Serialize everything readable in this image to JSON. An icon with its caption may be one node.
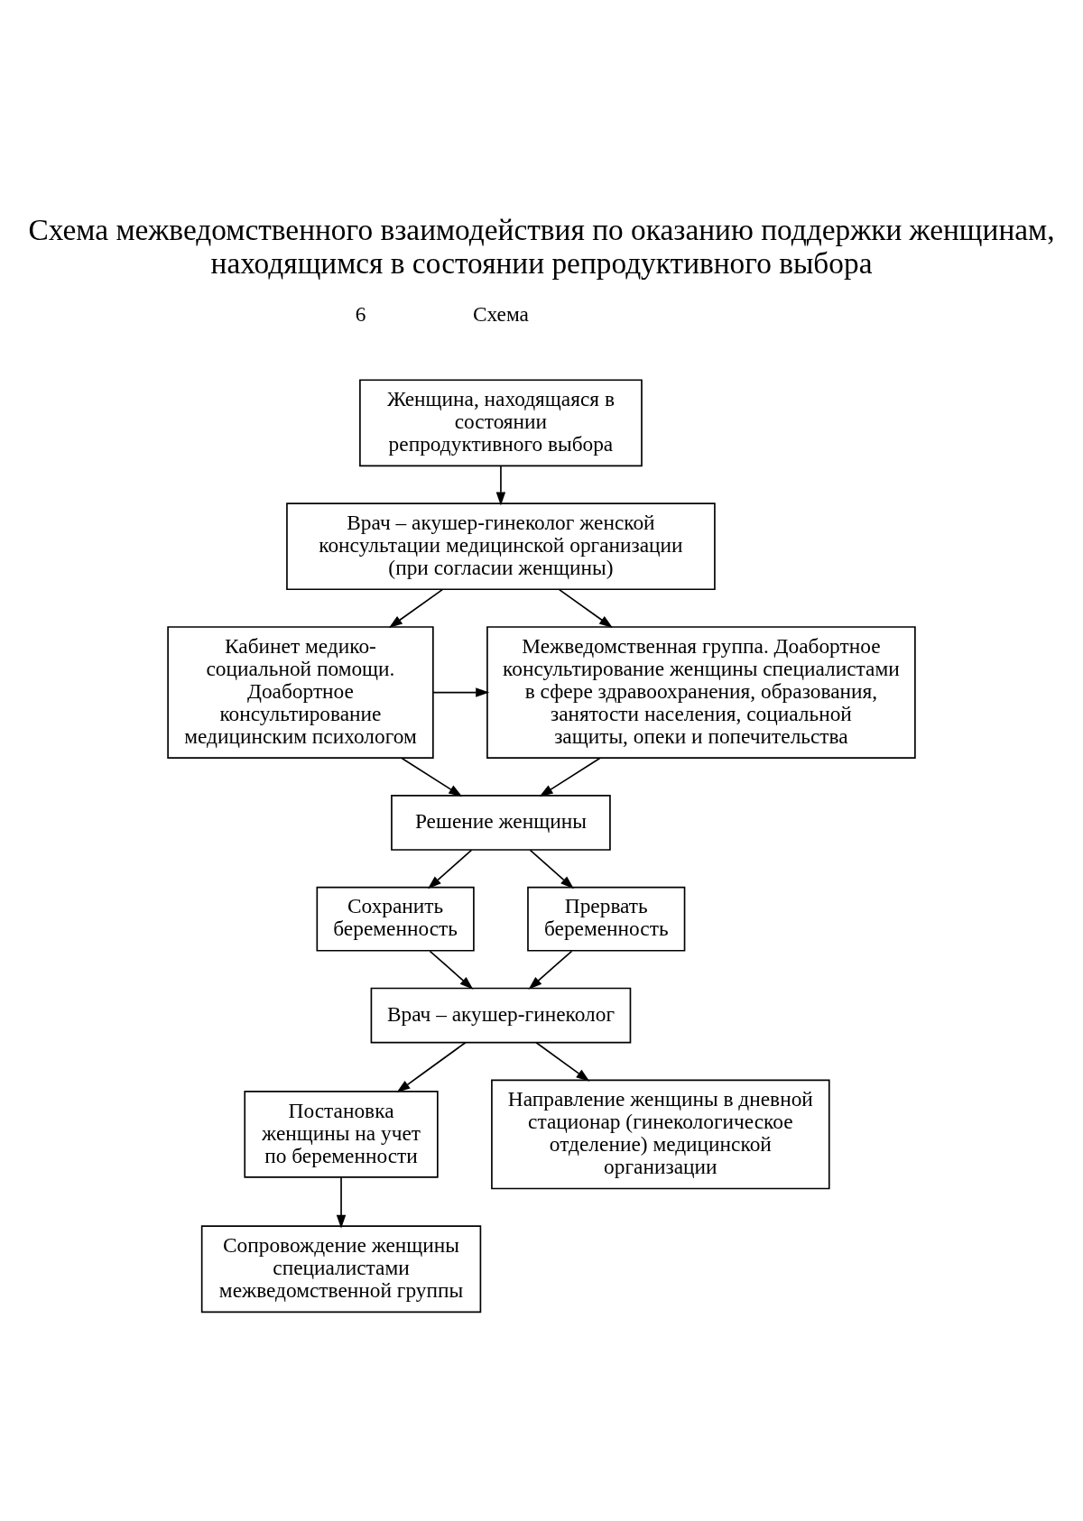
{
  "diagram": {
    "title": "Схема межведомственного взаимодействия по оказанию поддержки женщинам, находящимся в состоянии репродуктивного выбора",
    "nodes": [
      {
        "text": [
          "Женщина, находящаяся в состоянии репродуктивного выбора"
        ]
      },
      {
        "text": [
          "Врач – акушер-гинеколог женской консультации медицинской организации (при согласии женщины)"
        ]
      },
      {
        "text": [
          "Кабинет медико-социальной помощи. Доабортное консультирование медицинским психологом"
        ]
      },
      {
        "text": [
          "Межведомственная группа. Доабортное консультирование женщины специалистами в сфере здравоохранения, образования, занятости населения, социальной защиты, опеки и попечительства"
        ]
      },
      {
        "text": [
          "Решение женщины"
        ]
      },
      {
        "text": [
          "Сохранить беременность"
        ]
      },
      {
        "text": [
          "Прервать беременность"
        ]
      },
      {
        "text": [
          "Врач – акушер-гинеколог"
        ]
      },
      {
        "text": [
          "Постановка женщины на учет по беременности"
        ]
      },
      {
        "text": [
          "Направление женщины в дневной стационар (гинекологическое отделение) медицинской организации"
        ]
      },
      {
        "text": [
          "Сопровождение женщины специалистами межведомственной группы"
        ]
      }
    ],
    "edges": [
      {
        "from": 0,
        "to": 1,
        "arrow": "to"
      },
      {
        "from": 1,
        "to": 2,
        "arrow": "to"
      },
      {
        "from": 1,
        "to": 3,
        "arrow": "to"
      },
      {
        "from": 2,
        "to": 3,
        "arrow": "to"
      },
      {
        "from": 2,
        "to": 4,
        "arrow": "to"
      },
      {
        "from": 3,
        "to": 4,
        "arrow": "to"
      },
      {
        "from": 4,
        "to": 5,
        "arrow": "to"
      },
      {
        "from": 4,
        "to": 6,
        "arrow": "to"
      },
      {
        "from": 5,
        "to": 7,
        "arrow": "to"
      },
      {
        "from": 6,
        "to": 7,
        "arrow": "to"
      },
      {
        "from": 7,
        "to": 8,
        "arrow": "to"
      },
      {
        "from": 7,
        "to": 9,
        "arrow": "to"
      },
      {
        "from": 8,
        "to": 10,
        "arrow": "to"
      }
    ],
    "labels": [
      "6",
      "Схема"
    ]
  }
}
